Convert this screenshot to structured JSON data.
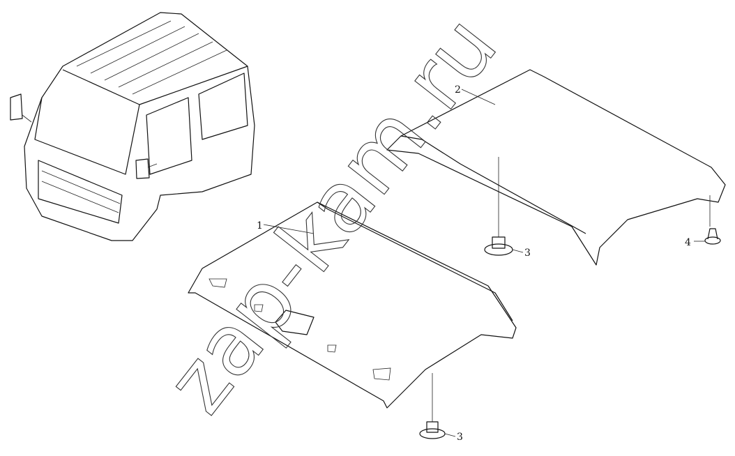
{
  "diagram": {
    "callouts": [
      {
        "id": "1",
        "label": "1"
      },
      {
        "id": "2",
        "label": "2"
      },
      {
        "id": "3a",
        "label": "3"
      },
      {
        "id": "3b",
        "label": "3"
      },
      {
        "id": "4",
        "label": "4"
      }
    ],
    "watermark": "zap-kam.ru"
  }
}
